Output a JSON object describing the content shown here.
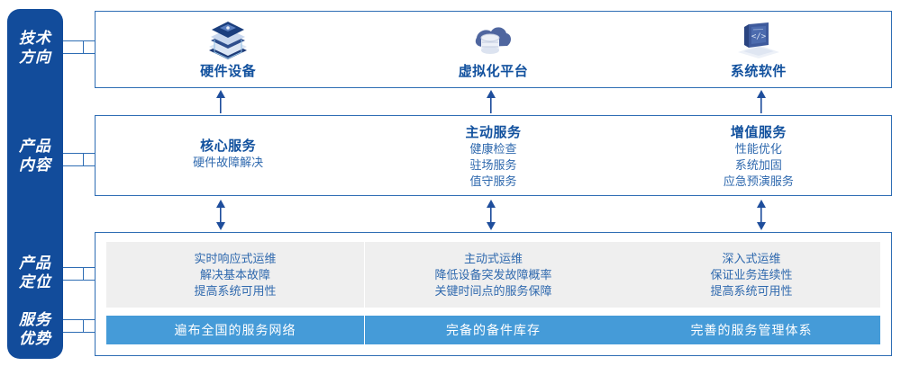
{
  "rail": {
    "color": "#124C9B",
    "labels": [
      {
        "name": "tech-direction",
        "line1": "技术",
        "line2": "方向"
      },
      {
        "name": "product-content",
        "line1": "产品",
        "line2": "内容"
      },
      {
        "name": "product-position",
        "line1": "产品",
        "line2": "定位"
      },
      {
        "name": "service-advantage",
        "line1": "服务",
        "line2": "优势"
      }
    ]
  },
  "tech": {
    "columns": [
      {
        "icon": "server-stack-icon",
        "title": "硬件设备"
      },
      {
        "icon": "cloud-database-icon",
        "title": "虚拟化平台"
      },
      {
        "icon": "code-laptop-icon",
        "title": "系统软件"
      }
    ]
  },
  "content": {
    "columns": [
      {
        "title": "核心服务",
        "items": [
          "硬件故障解决"
        ]
      },
      {
        "title": "主动服务",
        "items": [
          "健康检查",
          "驻场服务",
          "值守服务"
        ]
      },
      {
        "title": "增值服务",
        "items": [
          "性能优化",
          "系统加固",
          "应急预演服务"
        ]
      }
    ]
  },
  "bottom": {
    "columns": [
      {
        "position_lines": [
          "实时响应式运维",
          "解决基本故障",
          "提高系统可用性"
        ],
        "advantage": "遍布全国的服务网络"
      },
      {
        "position_lines": [
          "主动式运维",
          "降低设备突发故障概率",
          "关键时间点的服务保障"
        ],
        "advantage": "完备的备件库存"
      },
      {
        "position_lines": [
          "深入式运维",
          "保证业务连续性",
          "提高系统可用性"
        ],
        "advantage": "完善的服务管理体系"
      }
    ]
  },
  "colors": {
    "rail_blue": "#124C9B",
    "border_blue": "#2E6DB4",
    "title_blue": "#12519E",
    "text_blue": "#2F69AE",
    "bar_blue": "#459BD8",
    "gray_panel": "#EFEFEF"
  }
}
